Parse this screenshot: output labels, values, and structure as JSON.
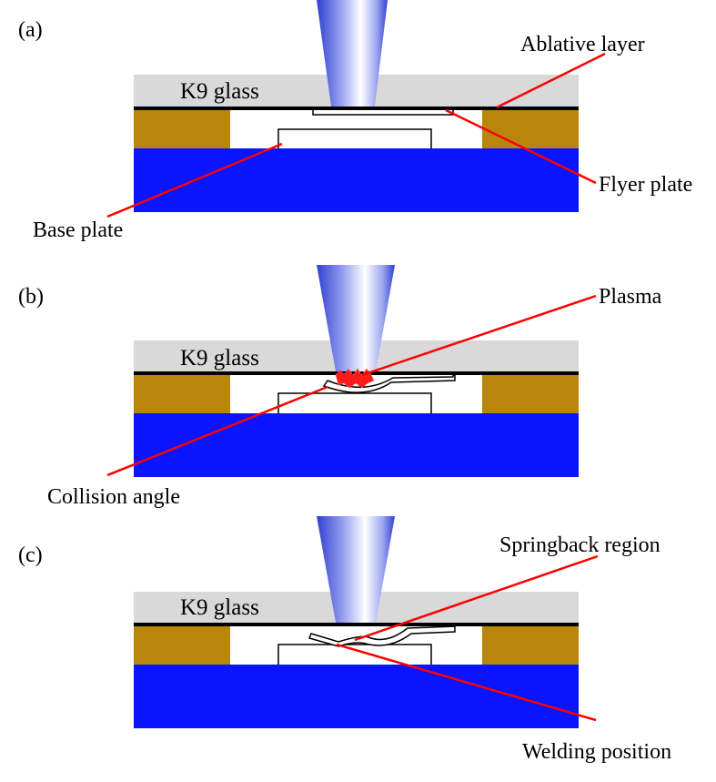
{
  "colors": {
    "glass": "#d9d9d9",
    "spacer": "#b8860b",
    "base_block": "#0a14ff",
    "ablative_line": "#000000",
    "leader_line": "#ff0000",
    "plasma": "#ff1a1a",
    "laser_edge": "#2f3fd1",
    "laser_center": "#ffffff"
  },
  "panels": [
    {
      "label": "(a)",
      "glass_label": "K9 glass",
      "stage": "before-impact",
      "callouts": [
        "Ablative layer",
        "Flyer plate",
        "Base plate"
      ]
    },
    {
      "label": "(b)",
      "glass_label": "K9 glass",
      "stage": "plasma-driven-flight",
      "callouts": [
        "Plasma",
        "Collision angle"
      ]
    },
    {
      "label": "(c)",
      "glass_label": "K9 glass",
      "stage": "after-welding",
      "callouts": [
        "Springback region",
        "Welding position"
      ]
    }
  ]
}
